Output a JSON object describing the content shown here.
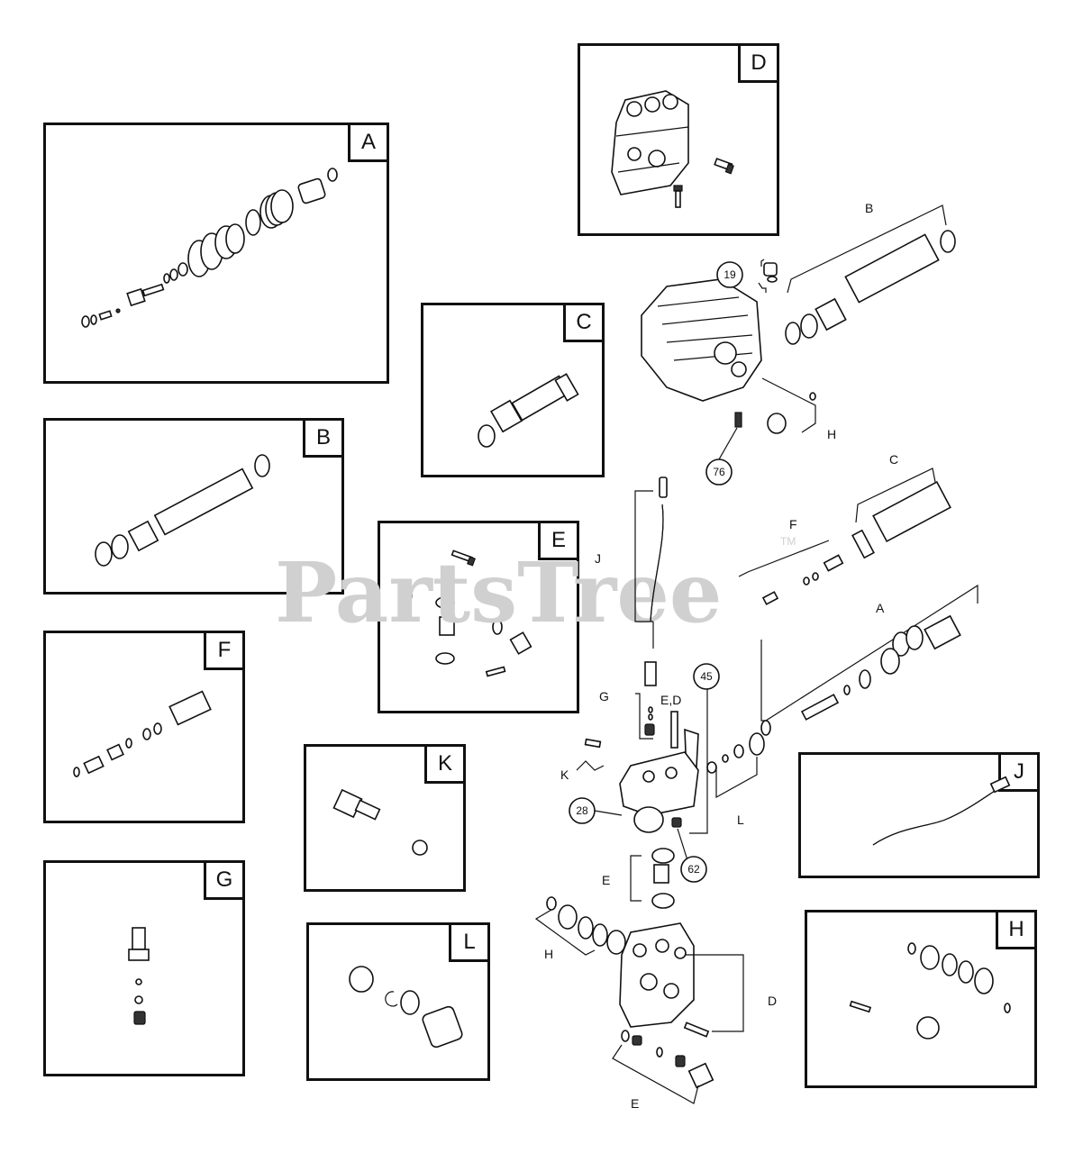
{
  "panels": {
    "A": {
      "tag": "A"
    },
    "B": {
      "tag": "B"
    },
    "C": {
      "tag": "C"
    },
    "D": {
      "tag": "D"
    },
    "E": {
      "tag": "E"
    },
    "F": {
      "tag": "F"
    },
    "G": {
      "tag": "G"
    },
    "H": {
      "tag": "H"
    },
    "J": {
      "tag": "J"
    },
    "K": {
      "tag": "K"
    },
    "L": {
      "tag": "L"
    }
  },
  "callouts": {
    "B": "B",
    "H_top": "H",
    "C": "C",
    "F": "F",
    "J": "J",
    "A": "A",
    "G": "G",
    "ED": "E,D",
    "K": "K",
    "L": "L",
    "E_mid": "E",
    "H_bottom": "H",
    "D": "D",
    "E_bottom": "E"
  },
  "circled_numbers": {
    "n19": "19",
    "n76": "76",
    "n45": "45",
    "n28": "28",
    "n62": "62"
  },
  "watermark": {
    "text": "PartsTree",
    "tm": "TM"
  }
}
